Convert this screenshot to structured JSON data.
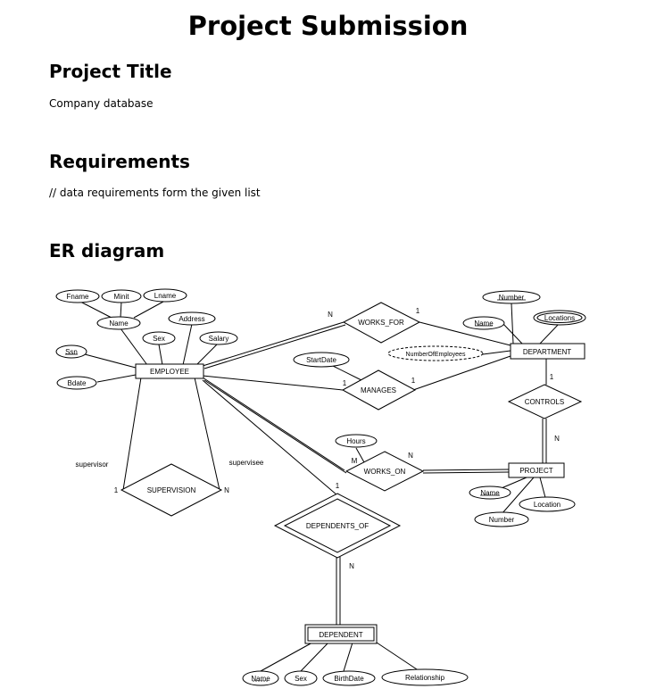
{
  "title": "Project Submission",
  "sections": {
    "project_title": {
      "heading": "Project Title",
      "text": "Company database"
    },
    "requirements": {
      "heading": "Requirements",
      "text": "// data requirements form the given list"
    },
    "er_diagram": {
      "heading": "ER diagram"
    }
  },
  "diagram": {
    "entities": {
      "employee": "EMPLOYEE",
      "department": "DEPARTMENT",
      "project": "PROJECT",
      "dependent": "DEPENDENT"
    },
    "relationships": {
      "works_for": "WORKS_FOR",
      "manages": "MANAGES",
      "controls": "CONTROLS",
      "works_on": "WORKS_ON",
      "supervision": "SUPERVISION",
      "dependents_of": "DEPENDENTS_OF"
    },
    "attributes": {
      "fname": "Fname",
      "minit": "Minit",
      "lname": "Lname",
      "name": "Name",
      "address": "Address",
      "sex": "Sex",
      "salary": "Salary",
      "ssn": "Ssn",
      "bdate": "Bdate",
      "startdate": "StartDate",
      "dept_number": "Number",
      "dept_name": "Name",
      "locations": "Locations",
      "number_of_employees": "NumberOfEmployees",
      "hours": "Hours",
      "proj_name": "Name",
      "proj_location": "Location",
      "proj_number": "Number",
      "dep_name": "Name",
      "dep_sex": "Sex",
      "dep_birthdate": "BirthDate",
      "dep_relationship": "Relationship"
    },
    "roles": {
      "supervisor": "supervisor",
      "supervisee": "supervisee"
    },
    "cardinalities": {
      "works_for_emp": "N",
      "works_for_dept": "1",
      "manages_emp": "1",
      "manages_dept": "1",
      "controls_dept": "1",
      "controls_proj": "N",
      "works_on_emp": "M",
      "works_on_proj": "N",
      "supervision_supervisor": "1",
      "supervision_supervisee": "N",
      "dependents_of_emp": "1",
      "dependents_of_dep": "N"
    }
  }
}
